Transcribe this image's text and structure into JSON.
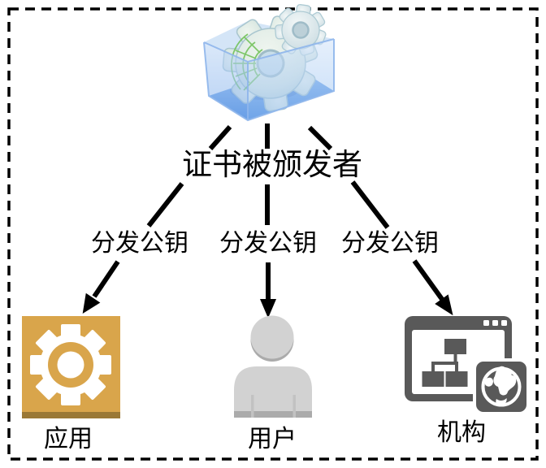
{
  "figure": {
    "issuer_label": "证书被颁发者",
    "edge_labels": [
      "分发公钥",
      "分发公钥",
      "分发公钥"
    ],
    "node_labels": [
      "应用",
      "用户",
      "机构"
    ],
    "icons": {
      "issuer": "glass-box-gears-icon",
      "app": "gear-icon",
      "user": "person-icon",
      "org": "browser-orgchart-globe-icon"
    },
    "colors": {
      "arrow": "#000000",
      "border": "#000000",
      "app_orange": "#D9A54B",
      "app_orange_dark": "#9A7836",
      "user_gray": "#D2D2D2",
      "user_gray_dark": "#ABABAB",
      "org_gray": "#595959",
      "box_blue": "#5B97E6"
    }
  }
}
